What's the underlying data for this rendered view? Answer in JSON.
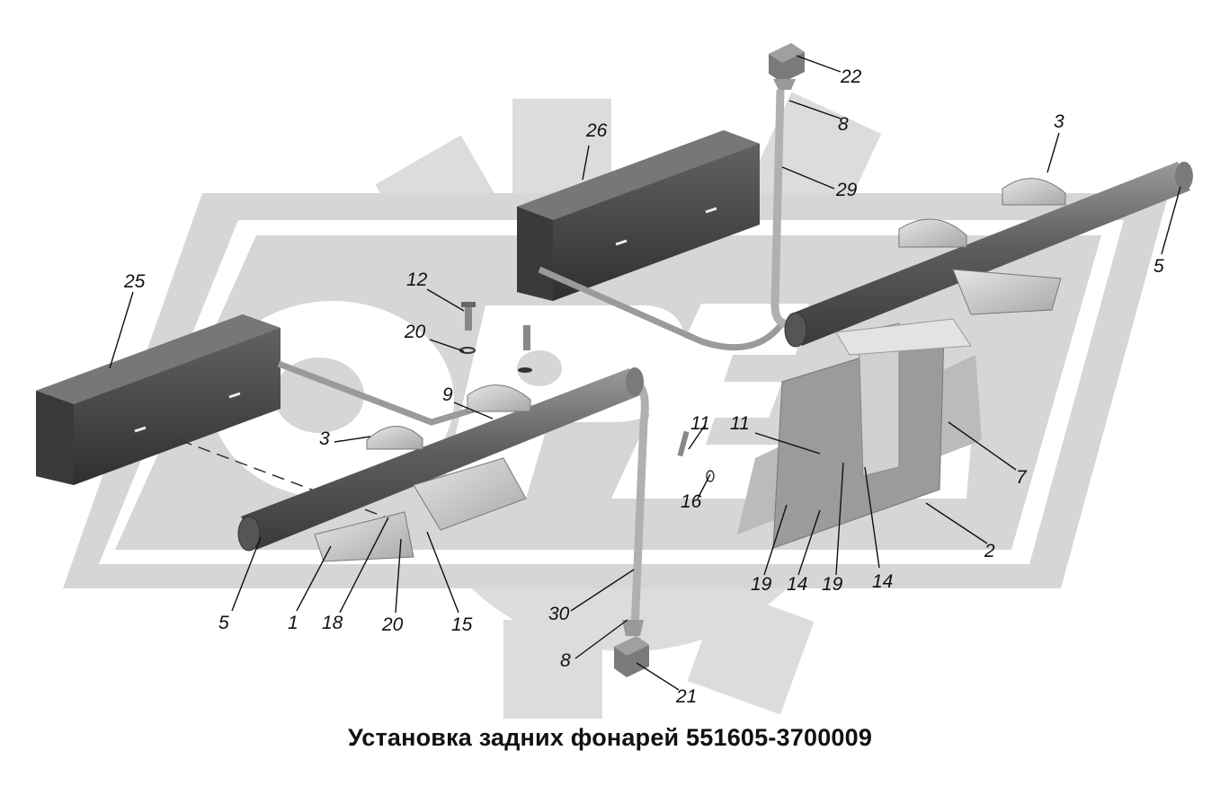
{
  "title": "Установка задних фонарей 551605-3700009",
  "callouts": [
    {
      "label": "22"
    },
    {
      "label": "8"
    },
    {
      "label": "26"
    },
    {
      "label": "29"
    },
    {
      "label": "3"
    },
    {
      "label": "5"
    },
    {
      "label": "25"
    },
    {
      "label": "12"
    },
    {
      "label": "20"
    },
    {
      "label": "9"
    },
    {
      "label": "3"
    },
    {
      "label": "11"
    },
    {
      "label": "11"
    },
    {
      "label": "7"
    },
    {
      "label": "16"
    },
    {
      "label": "2"
    },
    {
      "label": "5"
    },
    {
      "label": "1"
    },
    {
      "label": "18"
    },
    {
      "label": "20"
    },
    {
      "label": "15"
    },
    {
      "label": "30"
    },
    {
      "label": "19"
    },
    {
      "label": "14"
    },
    {
      "label": "19"
    },
    {
      "label": "14"
    },
    {
      "label": "8"
    },
    {
      "label": "21"
    }
  ],
  "colors": {
    "watermark": "#d9d9d9",
    "lamp_body": "#4a4a4a",
    "tube": "#6b6b6b",
    "bracket": "#cfcfcf"
  }
}
